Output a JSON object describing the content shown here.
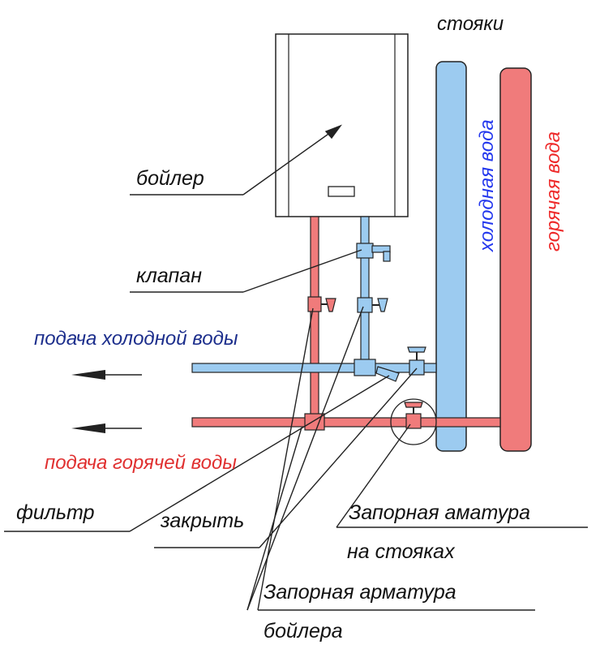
{
  "labels": {
    "risers": "стояки",
    "cold_water_riser": "холодная вода",
    "hot_water_riser": "горячая вода",
    "boiler": "бойлер",
    "valve": "клапан",
    "cold_supply": "подача холодной воды",
    "hot_supply": "подача горячей воды",
    "filter": "фильтр",
    "close": "закрыть",
    "riser_shutoff_line1": "Запорная аматура",
    "riser_shutoff_line2": "на стояках",
    "boiler_shutoff_line1": "Запорная арматура",
    "boiler_shutoff_line2": "бойлера"
  },
  "colors": {
    "cold_pipe": "#9ccbf0",
    "hot_pipe": "#f07b7b",
    "outline": "#222222",
    "cold_text": "#1c2e8c",
    "hot_text": "#e03030",
    "riser_cold_text": "#2438ee",
    "riser_hot_text": "#ee2a2a",
    "label_text": "#111111"
  },
  "icons": [
    "arrow-left-icon",
    "tap-icon",
    "filter-icon",
    "boiler-control-icon"
  ]
}
